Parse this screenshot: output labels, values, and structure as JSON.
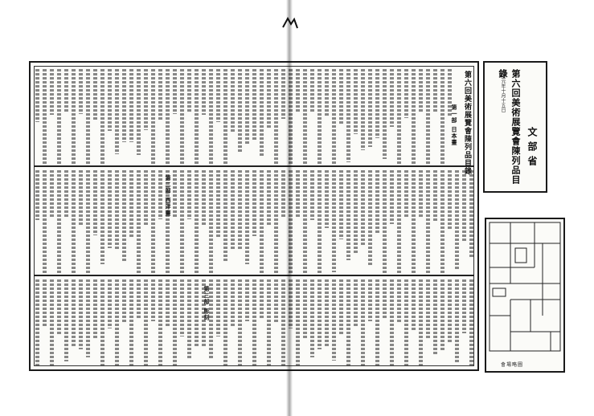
{
  "title": {
    "main": "第六回美術展覽會陳列品目錄",
    "date": "大正元年十月十五日",
    "ministry": "文部省"
  },
  "catalogue": {
    "heading_top": "第六回美術展覽會陳列品目錄",
    "section_1": "第一部 日本畫",
    "section_2": "第二部 西洋畫",
    "section_3": "第三部 彫刻"
  },
  "plan": {
    "caption": "會場略圖"
  }
}
